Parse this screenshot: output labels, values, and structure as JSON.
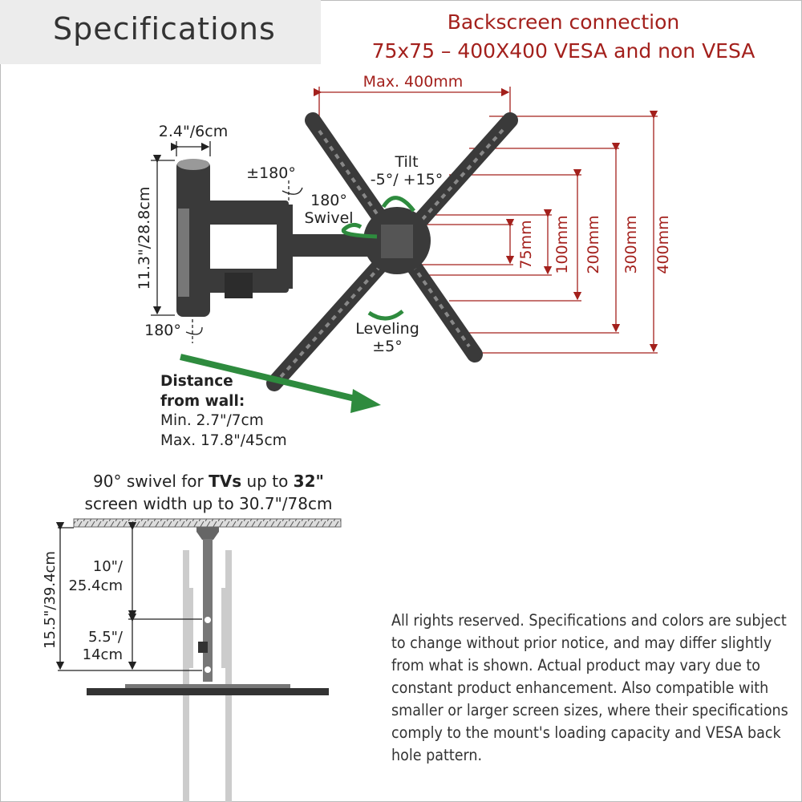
{
  "header": {
    "title": "Specifications"
  },
  "vesa": {
    "line1": "Backscreen connection",
    "line2": "75x75 – 400X400 VESA and non VESA",
    "max_width": "Max. 400mm",
    "dims": [
      "75mm",
      "100mm",
      "200mm",
      "300mm",
      "400mm"
    ]
  },
  "arm": {
    "depth": "2.4\"/6cm",
    "height": "11.3\"/28.8cm",
    "rot_top": "±180°",
    "rot_bottom": "180°",
    "swivel1": "180°",
    "swivel2": "Swivel",
    "tilt1": "Tilt",
    "tilt2": "-5°/ +15°",
    "level1": "Leveling",
    "level2": "±5°"
  },
  "distance": {
    "label1": "Distance",
    "label2": "from wall:",
    "min": "Min. 2.7\"/7cm",
    "max": "Max. 17.8\"/45cm"
  },
  "ceiling": {
    "caption_pre": "90° swivel for ",
    "caption_b1": "TVs",
    "caption_mid": " up to ",
    "caption_b2": "32\"",
    "caption2": "screen width up to 30.7\"/78cm",
    "total": "15.5\"/39.4cm",
    "upper1": "10\"/",
    "upper2": "25.4cm",
    "lower1": "5.5\"/",
    "lower2": "14cm"
  },
  "disclaimer": "All rights reserved. Specifications and colors are subject to change without prior notice, and may differ slightly from what is shown. Actual product may vary due to constant product enhancement. Also compatible with smaller or larger screen sizes, where their specifications comply to the mount's loading capacity and VESA back hole pattern.",
  "colors": {
    "red": "#a3201c",
    "green": "#2e8b3e",
    "metal": "#3a3a3a"
  }
}
